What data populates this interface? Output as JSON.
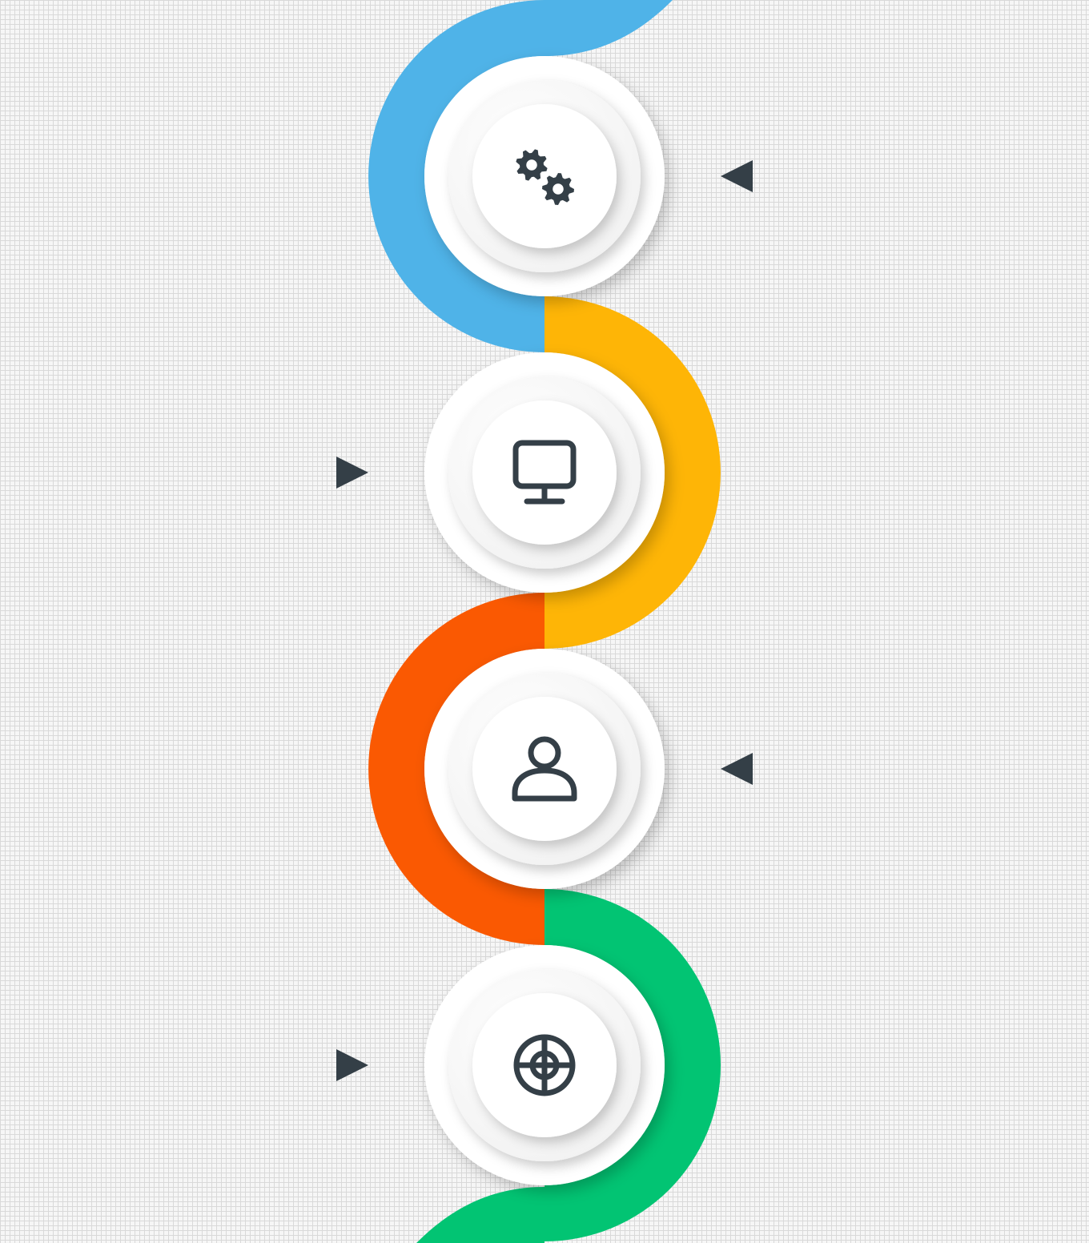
{
  "steps": [
    {
      "icon": "gears-icon",
      "color": "#4fb3e8",
      "pointer": "left"
    },
    {
      "icon": "monitor-icon",
      "color": "#feb506",
      "pointer": "right"
    },
    {
      "icon": "user-icon",
      "color": "#fa5902",
      "pointer": "left"
    },
    {
      "icon": "target-icon",
      "color": "#02c473",
      "pointer": "right"
    }
  ],
  "colors": {
    "background": "#f6f6f6",
    "grid_line": "#d9d9d9",
    "icon": "#343f47",
    "pointer": "#343f47",
    "circle_face": "#ffffff"
  }
}
